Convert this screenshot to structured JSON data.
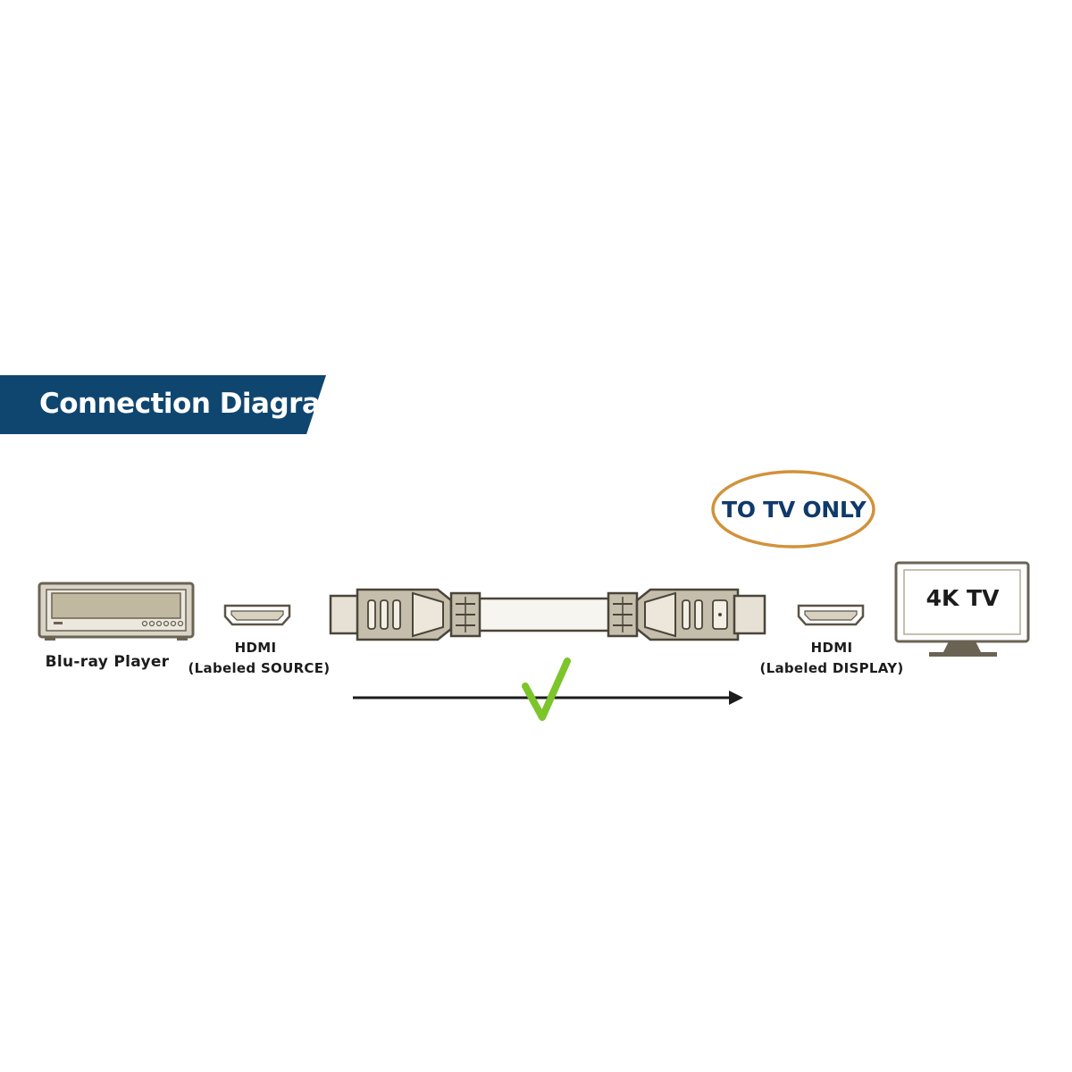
{
  "banner": {
    "title": "Connection Diagram",
    "color": "#0f4670"
  },
  "source_device": {
    "label": "Blu-ray Player"
  },
  "source_port": {
    "line1": "HDMI",
    "line2": "(Labeled SOURCE)"
  },
  "display_port": {
    "line1": "HDMI",
    "line2": "(Labeled DISPLAY)"
  },
  "badge": {
    "text": "TO TV ONLY",
    "text_color": "#0f3a6b",
    "ring_color": "#d2923a"
  },
  "tv": {
    "label": "4K TV"
  },
  "check": {
    "icon": "checkmark-icon",
    "color": "#7cc52a"
  },
  "arrow": {
    "icon": "arrow-right-icon"
  },
  "colors": {
    "device_fill": "#c7c0ad",
    "device_stroke": "#6a6354",
    "connector_fill": "#c5bead",
    "connector_dark": "#4a4539"
  }
}
